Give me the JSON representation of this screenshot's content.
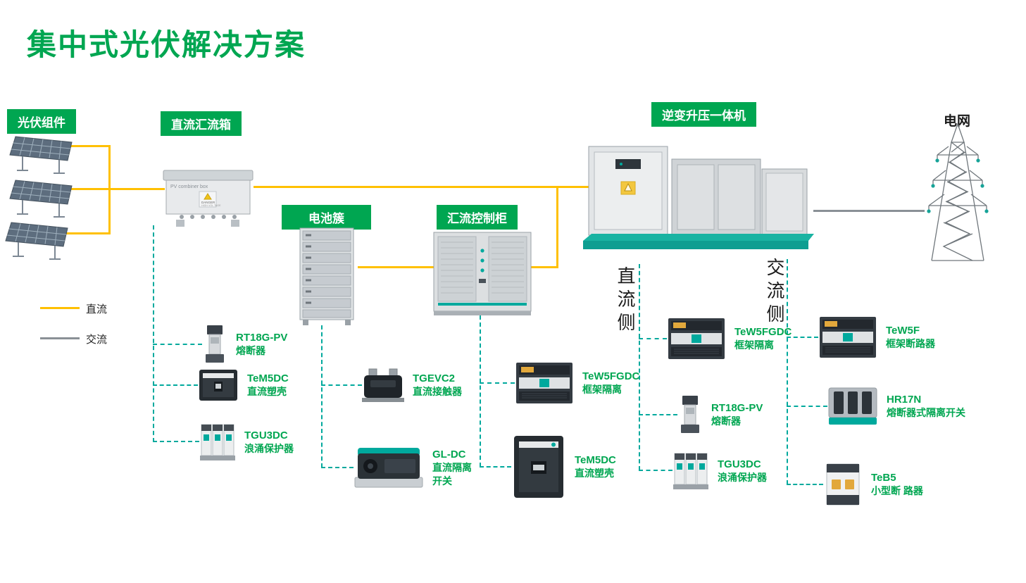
{
  "title": "集中式光伏解决方案",
  "labels": {
    "pv_modules": "光伏组件",
    "dc_combiner_box": "直流汇流箱",
    "battery_cluster": "电池簇",
    "combiner_control_cabinet": "汇流控制柜",
    "inverter_booster": "逆变升压一体机",
    "grid": "电网"
  },
  "legend": {
    "dc": "直流",
    "ac": "交流"
  },
  "sides": {
    "dc": "直流侧",
    "ac": "交流侧"
  },
  "combiner_box": {
    "label": "PV combiner box",
    "warning_line1": "DANGER",
    "warning_line2": "HIGH VOL TAGE"
  },
  "products": [
    {
      "name": "RT18G-PV",
      "desc": "熔断器"
    },
    {
      "name": "TeM5DC",
      "desc": "直流塑壳"
    },
    {
      "name": "TGU3DC",
      "desc": "浪涌保护器"
    },
    {
      "name": "TGEVC2",
      "desc": "直流接触器"
    },
    {
      "name": "GL-DC",
      "desc": "直流隔离\n开关"
    },
    {
      "name": "TeW5FGDC",
      "desc": "框架隔离"
    },
    {
      "name": "TeM5DC",
      "desc": "直流塑壳"
    },
    {
      "name": "TeW5FGDC",
      "desc": "框架隔离"
    },
    {
      "name": "RT18G-PV",
      "desc": "熔断器"
    },
    {
      "name": "TGU3DC",
      "desc": "浪涌保护器"
    },
    {
      "name": "TeW5F",
      "desc": "框架断路器"
    },
    {
      "name": "HR17N",
      "desc": "熔断器式隔离开关"
    },
    {
      "name": "TeB5",
      "desc": "小型断 路器"
    }
  ],
  "colors": {
    "brand_green": "#00A651",
    "teal": "#00A99D",
    "dc_yellow": "#FFC000",
    "ac_gray": "#8A9096"
  }
}
